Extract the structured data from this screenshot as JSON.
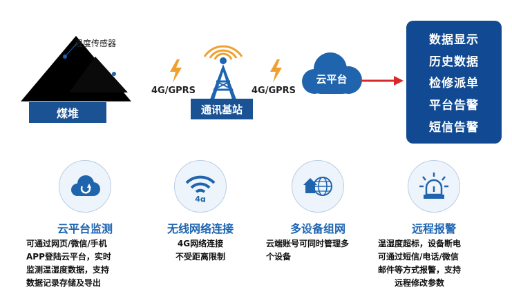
{
  "flow": {
    "sensor_label": "温度传感器",
    "pile_label": "煤堆",
    "link1_label": "4G/GPRS",
    "station_label": "通讯基站",
    "link2_label": "4G/GPRS",
    "cloud_label": "云平台",
    "results": [
      "数据显示",
      "历史数据",
      "检修派单",
      "平台告警",
      "短信告警"
    ]
  },
  "features": [
    {
      "icon": "cloud-upload-icon",
      "title": "云平台监测",
      "lines": [
        "可通过网页/微信/手机",
        "APP登陆云平台，实时",
        "监测温湿度数据，支持",
        "数据记录存储及导出"
      ]
    },
    {
      "icon": "wifi-4g-icon",
      "icon_text": "4g",
      "title": "无线网络连接",
      "lines": [
        "4G网络连接",
        "不受距离限制"
      ]
    },
    {
      "icon": "home-globe-icon",
      "title": "多设备组网",
      "lines": [
        "云端账号可同时管理多",
        "个设备"
      ]
    },
    {
      "icon": "siren-alarm-icon",
      "title": "远程报警",
      "lines": [
        "温湿度超标，设备断电",
        "可通过短信/电话/微信",
        "邮件等方式报警，支持",
        "远程修改参数"
      ]
    }
  ],
  "colors": {
    "navy": "#114a92",
    "title_blue": "#1d64b1",
    "lightning": "#f0a030",
    "arrow": "#d8282a",
    "cloud": "#1f64ad"
  }
}
